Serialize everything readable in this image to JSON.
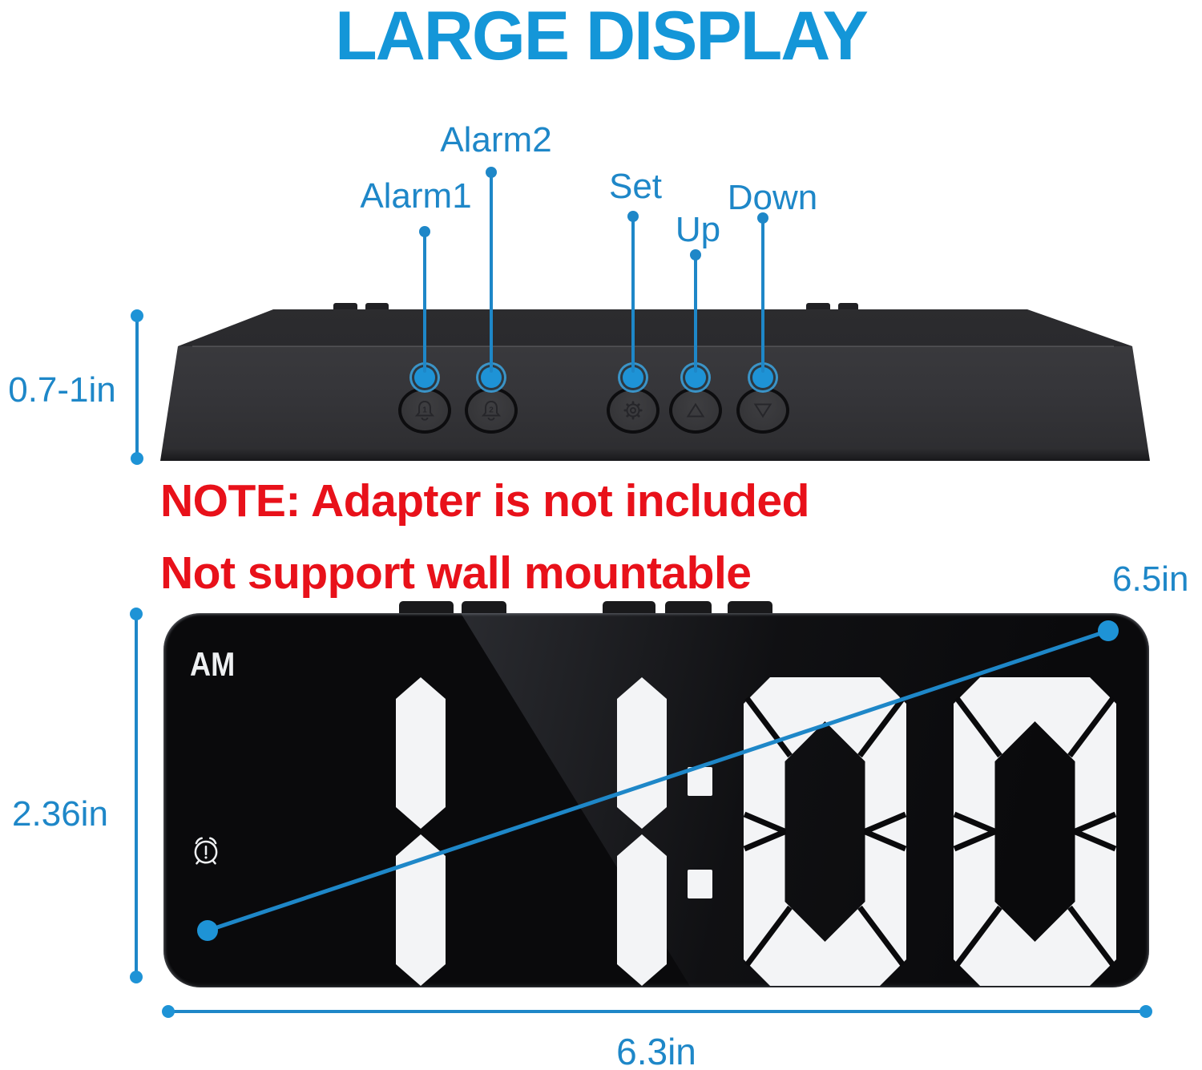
{
  "title": "LARGE DISPLAY",
  "note": {
    "line1": "NOTE: Adapter is not included",
    "line2": "Not support wall mountable"
  },
  "top_view": {
    "height_label": "0.7-1in",
    "buttons": [
      {
        "id": "alarm1",
        "label": "Alarm1",
        "icon": "bell-1-icon",
        "badge": "1"
      },
      {
        "id": "alarm2",
        "label": "Alarm2",
        "icon": "bell-2-icon",
        "badge": "2"
      },
      {
        "id": "set",
        "label": "Set",
        "icon": "gear-icon"
      },
      {
        "id": "up",
        "label": "Up",
        "icon": "triangle-up-icon"
      },
      {
        "id": "down",
        "label": "Down",
        "icon": "triangle-down-icon"
      }
    ]
  },
  "front_view": {
    "meridiem": "AM",
    "time": "11:00",
    "alarm_indicator_icon": "alarm-clock-icon",
    "diagonal_label": "6.5in",
    "height_label": "2.36in",
    "width_label": "6.3in"
  },
  "colors": {
    "title_blue": "#1496d8",
    "accent_blue": "#1e87c8",
    "dot_blue": "#1e93d6",
    "warning_red": "#e8111a",
    "clock_body": "#0a0a0c",
    "segment_white": "#f3f4f6",
    "top_body": "#353539"
  }
}
